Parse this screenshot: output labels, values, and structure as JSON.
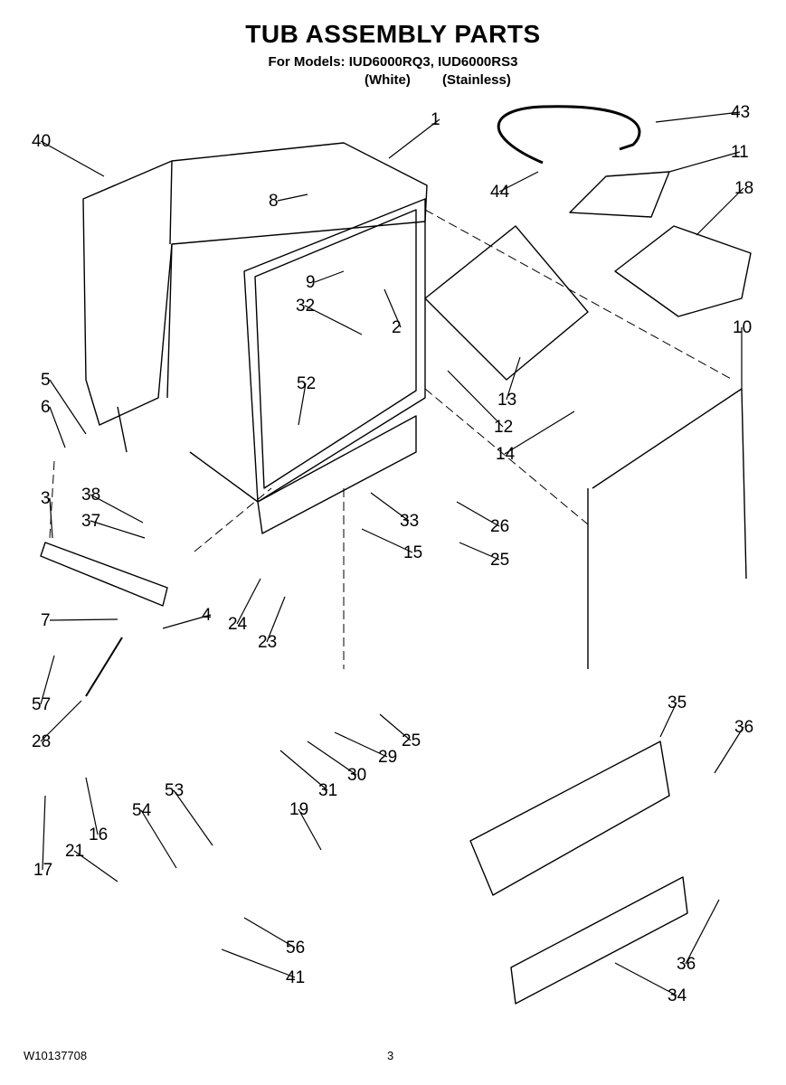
{
  "header": {
    "title": "TUB ASSEMBLY PARTS",
    "subtitle": "For Models: IUD6000RQ3, IUD6000RS3",
    "variants": [
      "(White)",
      "(Stainless)"
    ]
  },
  "footer": {
    "doc_number": "W10137708",
    "page_number": "3"
  },
  "callouts": [
    {
      "id": "1",
      "label": "1"
    },
    {
      "id": "2",
      "label": "2"
    },
    {
      "id": "3",
      "label": "3"
    },
    {
      "id": "4",
      "label": "4"
    },
    {
      "id": "5",
      "label": "5"
    },
    {
      "id": "6",
      "label": "6"
    },
    {
      "id": "7",
      "label": "7"
    },
    {
      "id": "8",
      "label": "8"
    },
    {
      "id": "9",
      "label": "9"
    },
    {
      "id": "10",
      "label": "10"
    },
    {
      "id": "11",
      "label": "11"
    },
    {
      "id": "12",
      "label": "12"
    },
    {
      "id": "13",
      "label": "13"
    },
    {
      "id": "14",
      "label": "14"
    },
    {
      "id": "15",
      "label": "15"
    },
    {
      "id": "16",
      "label": "16"
    },
    {
      "id": "17",
      "label": "17"
    },
    {
      "id": "18",
      "label": "18"
    },
    {
      "id": "19",
      "label": "19"
    },
    {
      "id": "21",
      "label": "21"
    },
    {
      "id": "23",
      "label": "23"
    },
    {
      "id": "24",
      "label": "24"
    },
    {
      "id": "25a",
      "label": "25"
    },
    {
      "id": "25b",
      "label": "25"
    },
    {
      "id": "26",
      "label": "26"
    },
    {
      "id": "28",
      "label": "28"
    },
    {
      "id": "29",
      "label": "29"
    },
    {
      "id": "30",
      "label": "30"
    },
    {
      "id": "31",
      "label": "31"
    },
    {
      "id": "32",
      "label": "32"
    },
    {
      "id": "33",
      "label": "33"
    },
    {
      "id": "34",
      "label": "34"
    },
    {
      "id": "35",
      "label": "35"
    },
    {
      "id": "36a",
      "label": "36"
    },
    {
      "id": "36b",
      "label": "36"
    },
    {
      "id": "37",
      "label": "37"
    },
    {
      "id": "38",
      "label": "38"
    },
    {
      "id": "40",
      "label": "40"
    },
    {
      "id": "41",
      "label": "41"
    },
    {
      "id": "43",
      "label": "43"
    },
    {
      "id": "44",
      "label": "44"
    },
    {
      "id": "52",
      "label": "52"
    },
    {
      "id": "53",
      "label": "53"
    },
    {
      "id": "54",
      "label": "54"
    },
    {
      "id": "56",
      "label": "56"
    },
    {
      "id": "57",
      "label": "57"
    }
  ]
}
